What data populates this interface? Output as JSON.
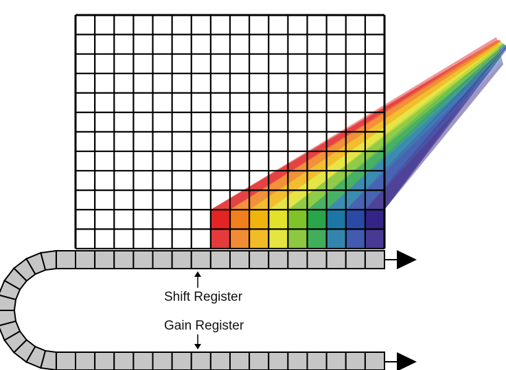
{
  "labels": {
    "shift_register": "Shift Register",
    "gain_register": "Gain Register"
  },
  "sensor": {
    "columns": 16,
    "rows": 12
  },
  "spectrum": {
    "colors": [
      "#e01818",
      "#f07810",
      "#f0b000",
      "#e0e020",
      "#78c020",
      "#20a040",
      "#1070a0",
      "#2040a0",
      "#281880"
    ]
  },
  "register": {
    "cell_color": "#c6c6c6"
  }
}
